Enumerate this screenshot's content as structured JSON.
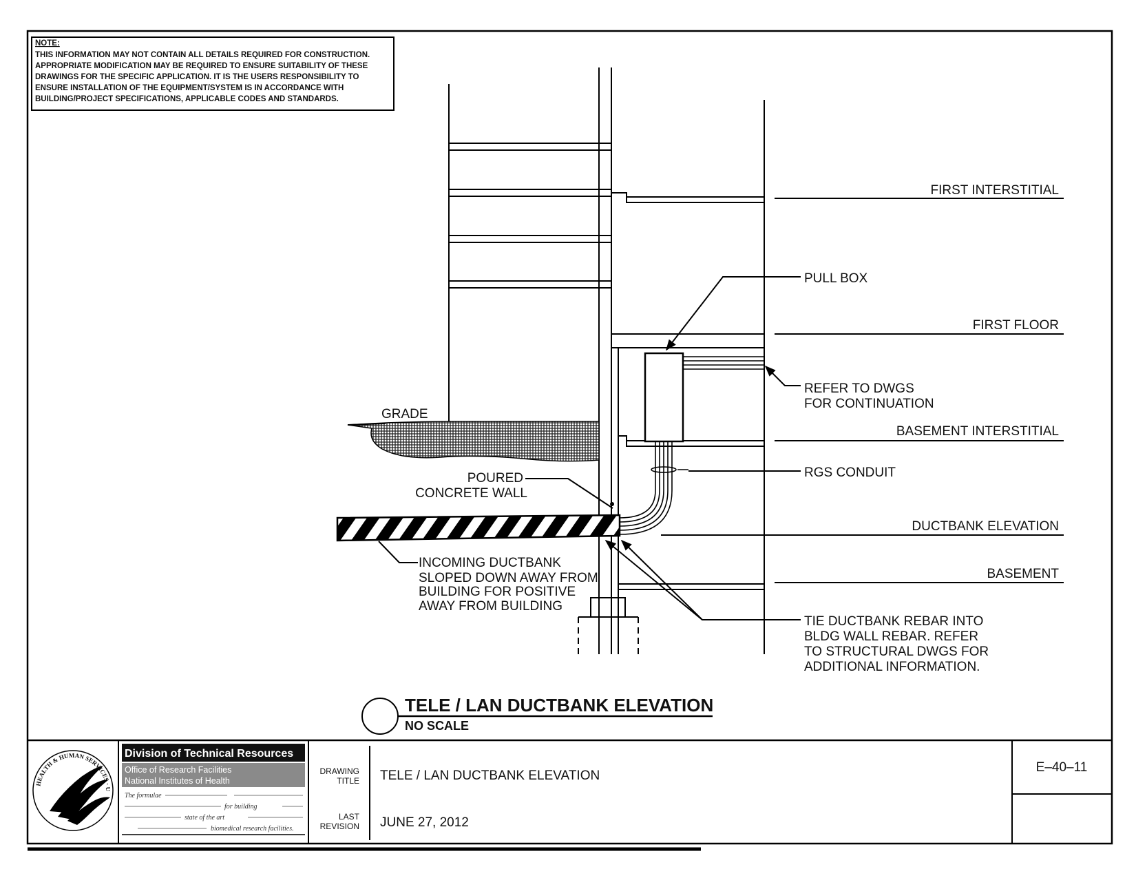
{
  "note": {
    "heading": "NOTE:",
    "lines": [
      "THIS INFORMATION MAY NOT CONTAIN ALL DETAILS REQUIRED FOR CONSTRUCTION.",
      "APPROPRIATE MODIFICATION MAY BE REQUIRED TO ENSURE SUITABILITY OF THESE",
      "DRAWINGS FOR THE SPECIFIC APPLICATION.  IT IS THE USERS RESPONSIBILITY TO",
      "ENSURE INSTALLATION OF THE EQUIPMENT/SYSTEM IS IN ACCORDANCE WITH",
      "BUILDING/PROJECT SPECIFICATIONS, APPLICABLE CODES AND STANDARDS."
    ]
  },
  "levels": {
    "first_interstitial": "FIRST INTERSTITIAL",
    "first_floor": "FIRST FLOOR",
    "basement_interstitial": "BASEMENT INTERSTITIAL",
    "ductbank_elevation": "DUCTBANK ELEVATION",
    "basement": "BASEMENT"
  },
  "callouts": {
    "pull_box": "PULL BOX",
    "refer_line1": "REFER TO DWGS",
    "refer_line2": "FOR CONTINUATION",
    "rgs_conduit": "RGS CONDUIT",
    "grade": "GRADE",
    "poured_line1": "POURED",
    "poured_line2": "CONCRETE WALL",
    "incoming_lines": [
      "INCOMING DUCTBANK",
      "SLOPED DOWN AWAY FROM",
      "BUILDING FOR POSITIVE",
      "AWAY FROM BUILDING"
    ],
    "tie_lines": [
      "TIE DUCTBANK REBAR INTO",
      "BLDG WALL REBAR. REFER",
      "TO STRUCTURAL DWGS FOR",
      "ADDITIONAL INFORMATION."
    ]
  },
  "detail": {
    "title": "TELE / LAN DUCTBANK ELEVATION",
    "scale": "NO SCALE"
  },
  "title_block": {
    "org_name": "Division of Technical Resources",
    "org_line1": "Office of Research Facilities",
    "org_line2": "National Institutes of Health",
    "formula_prefix": "The formulae",
    "formula_mid1": "for building",
    "formula_mid2": "state of the art",
    "formula_end": "biomedical research facilities.",
    "seal_text": "HEALTH & HUMAN SERVICES · USA",
    "drawing_title_label_1": "DRAWING",
    "drawing_title_label_2": "TITLE",
    "drawing_title": "TELE / LAN DUCTBANK ELEVATION",
    "last_revision_label_1": "LAST",
    "last_revision_label_2": "REVISION",
    "last_revision": "JUNE 27, 2012",
    "sheet_number": "E–40–11"
  }
}
